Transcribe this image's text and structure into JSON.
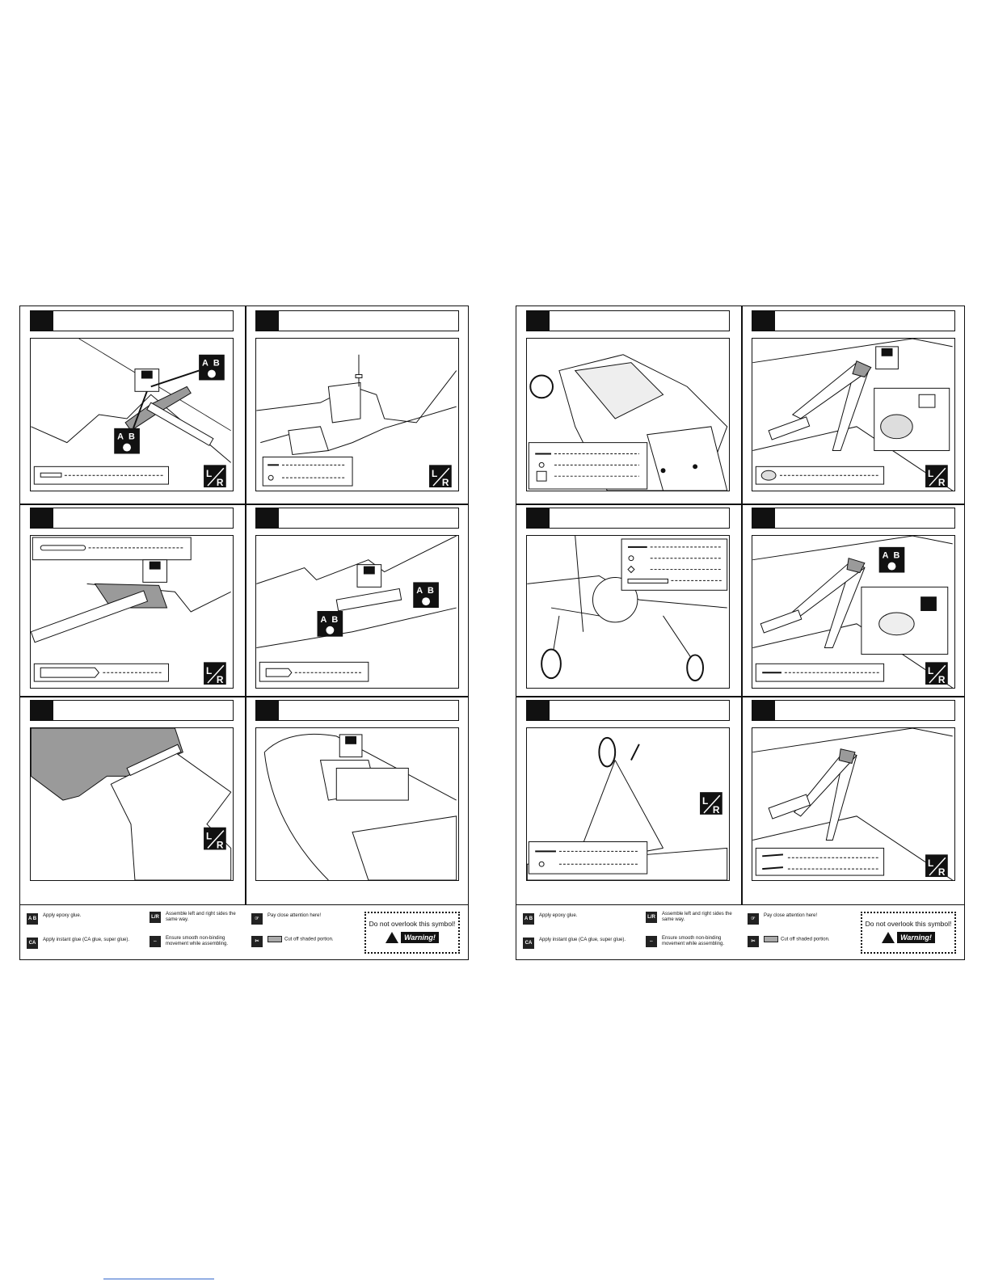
{
  "legend": {
    "epoxy": "Apply epoxy glue.",
    "ca": "Apply instant glue (CA glue, super glue).",
    "lr": "Assemble left and right sides the same way.",
    "smooth": "Ensure smooth non-binding movement while assembling.",
    "attention": "Pay close attention here!",
    "cut": "Cut off shaded portion.",
    "warning_caption": "Do not overlook this symbol!",
    "warning_label": "Warning!",
    "epoxy_icon": "A B",
    "ca_icon": "CA",
    "lr_icon": "L/R"
  },
  "icons": {
    "lr_badge": "lr-badge-icon",
    "ab_glue": "epoxy-ab-icon",
    "ca_glue": "ca-glue-icon",
    "attention": "hand-point-icon"
  },
  "colors": {
    "ink": "#111111",
    "shade": "#999999"
  },
  "badge": {
    "l": "L",
    "r": "R",
    "a": "A",
    "b": "B"
  }
}
